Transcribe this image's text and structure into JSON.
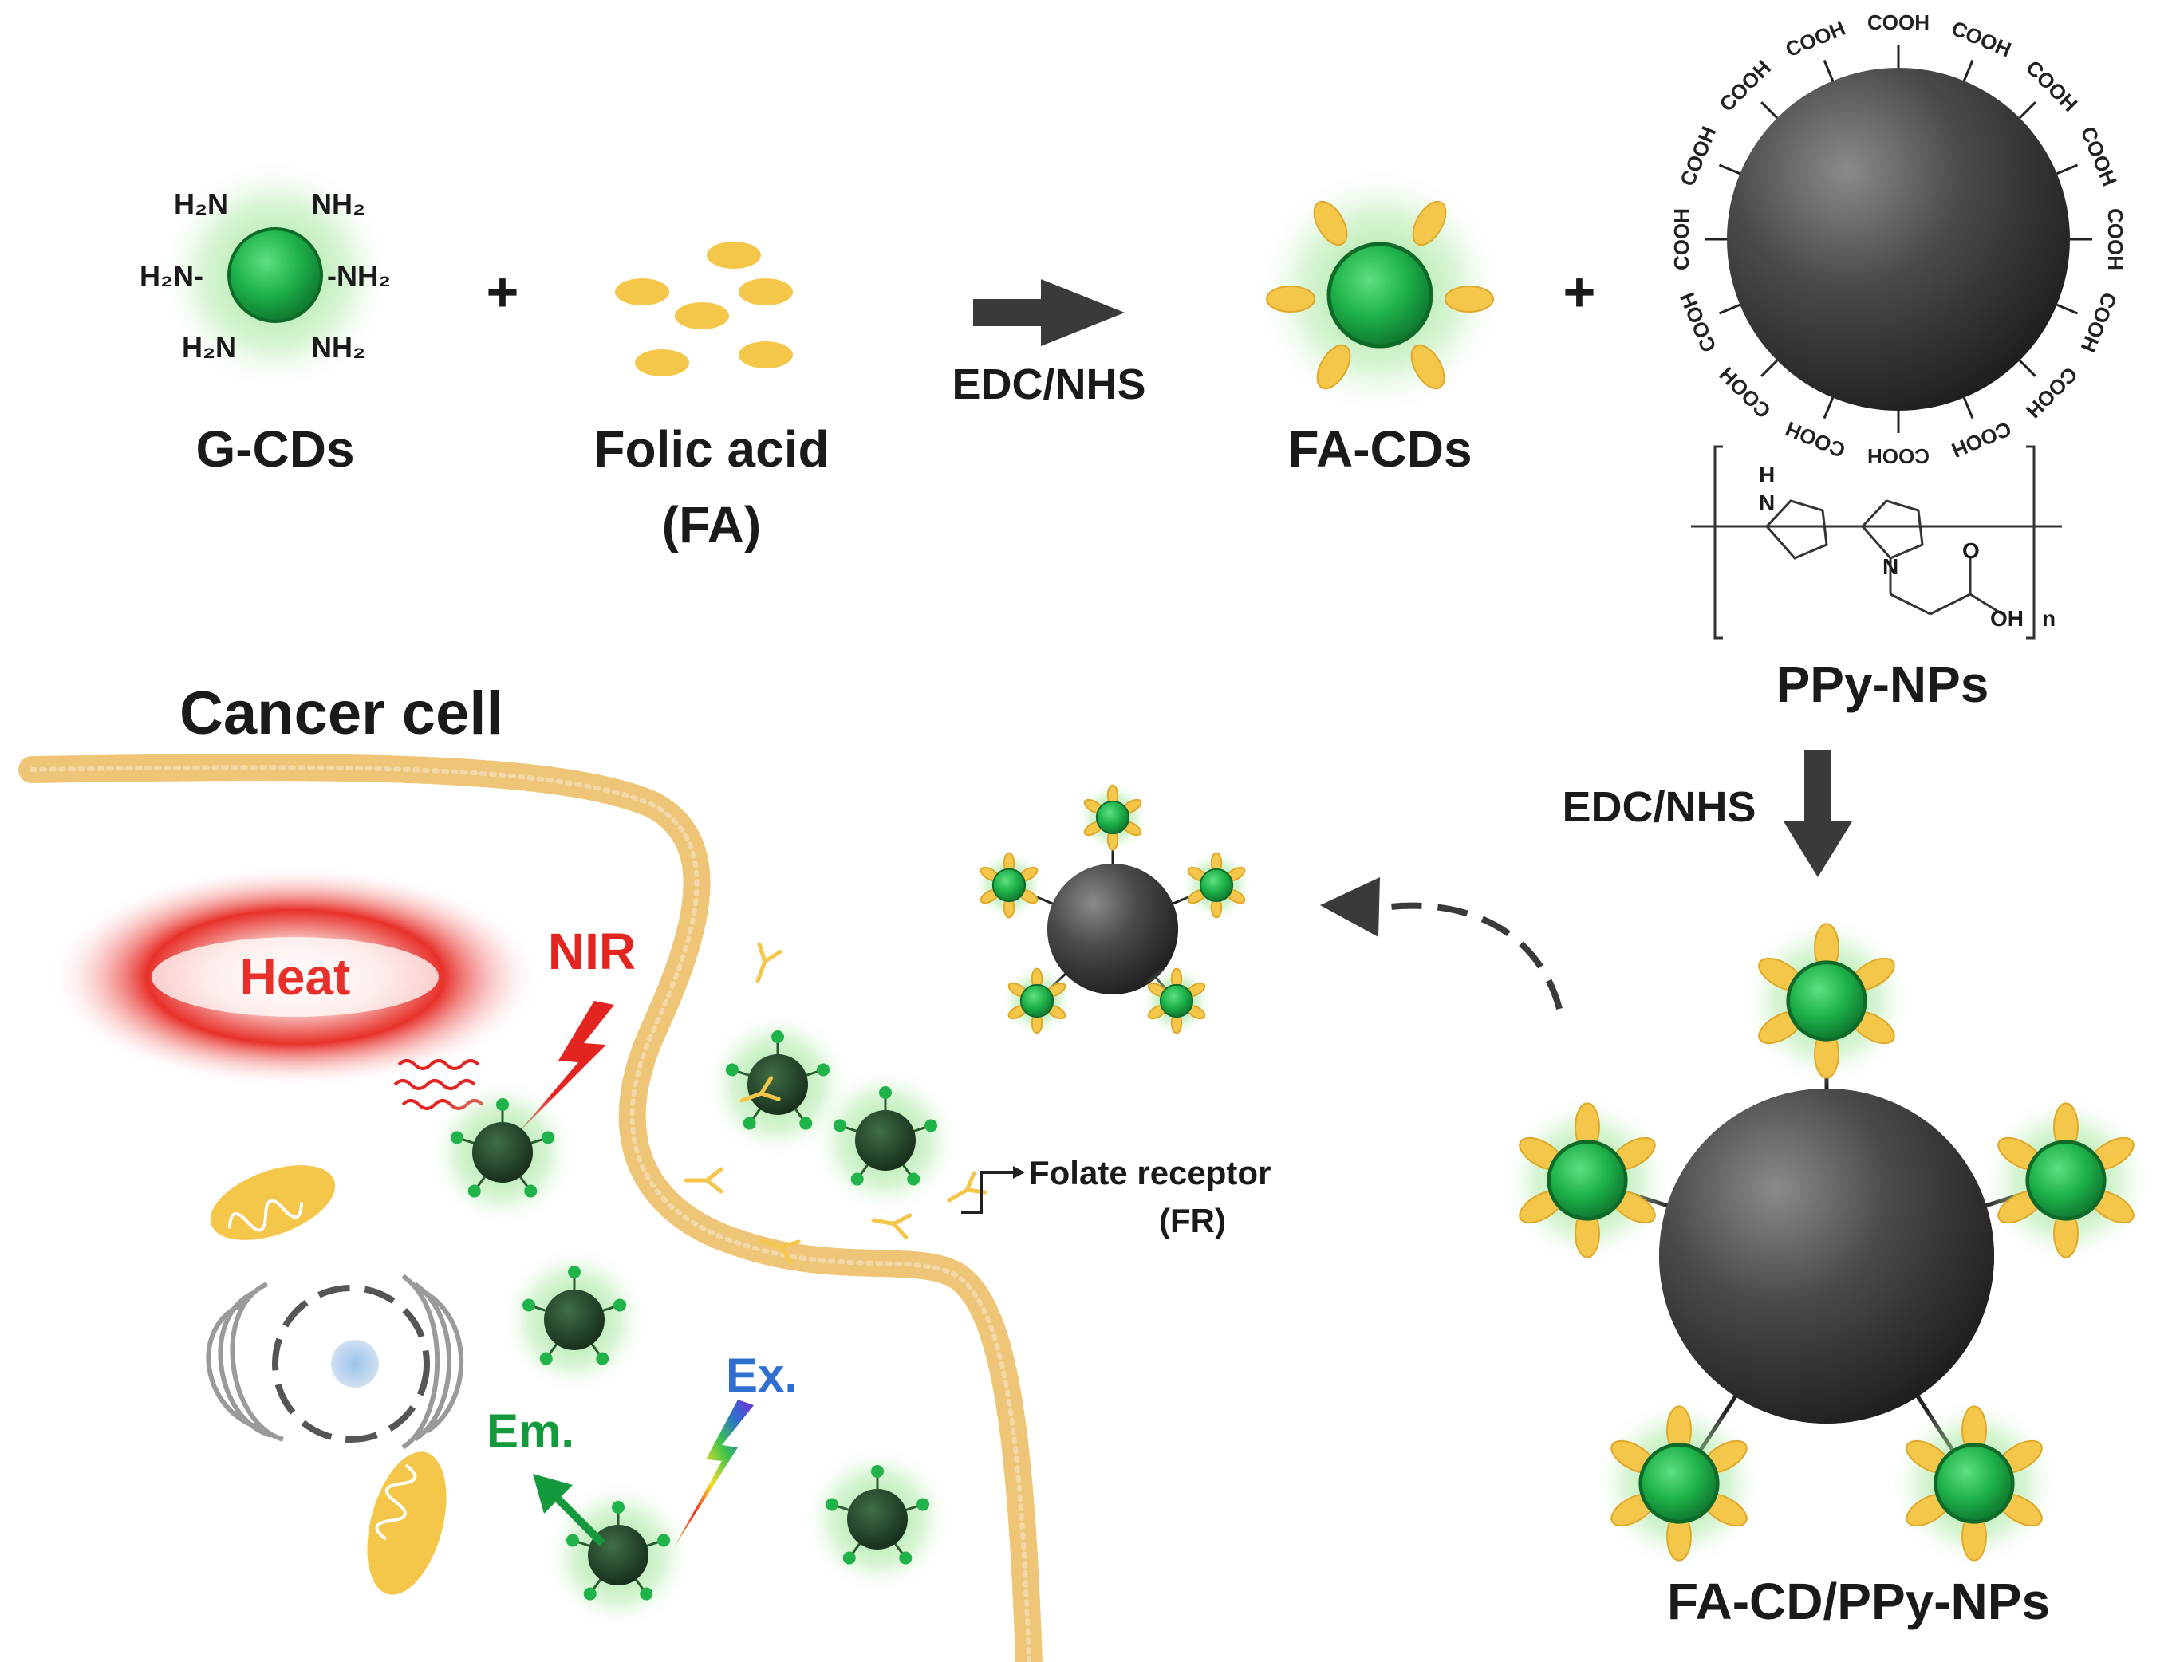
{
  "labels": {
    "gcds": "G-CDs",
    "folic_acid": "Folic acid",
    "fa_abbrev": "(FA)",
    "edc_nhs_1": "EDC/NHS",
    "facds": "FA-CDs",
    "ppy_nps": "PPy-NPs",
    "edc_nhs_2": "EDC/NHS",
    "fa_cd_ppy_nps": "FA-CD/PPy-NPs",
    "cancer_cell": "Cancer cell",
    "heat": "Heat",
    "nir": "NIR",
    "folate_receptor": "Folate receptor",
    "fr_abbrev": "(FR)",
    "excitation": "Ex.",
    "emission": "Em.",
    "plus": "+",
    "amine_left": "H₂N",
    "amine_right": "NH₂",
    "amine_mid_left": "H₂N-",
    "amine_mid_right": "-NH₂",
    "carboxyl": "COOH",
    "polymer_h": "H",
    "polymer_n": "N",
    "polymer_o": "O",
    "polymer_oh": "OH",
    "polymer_sub_n": "n"
  },
  "colors": {
    "cd_green": "#1fb34a",
    "cd_glow": "#8fe08a",
    "folate_yellow": "#f4c64a",
    "ppy_dark": "#3a3a3a",
    "heat_red": "#e8302a",
    "membrane": "#f7d590",
    "arrow": "#3a3a3a",
    "nir_red": "#e32420",
    "emission_green": "#149a3c",
    "excitation_blue": "#2f6fd0"
  }
}
